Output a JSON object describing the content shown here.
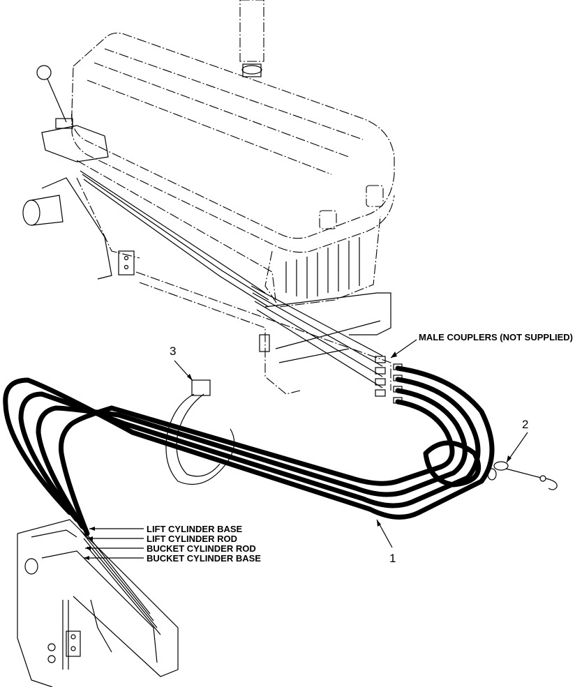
{
  "labels": {
    "male_couplers": "MALE COUPLERS (NOT SUPPLIED)",
    "lift_cylinder_base": "LIFT CYLINDER BASE",
    "lift_cylinder_rod": "LIFT CYLINDER ROD",
    "bucket_cylinder_rod": "BUCKET CYLINDER ROD",
    "bucket_cylinder_base": "BUCKET CYLINDER BASE"
  },
  "callouts": {
    "hose_assembly": "1",
    "tie_strap": "2",
    "clamp": "3"
  }
}
